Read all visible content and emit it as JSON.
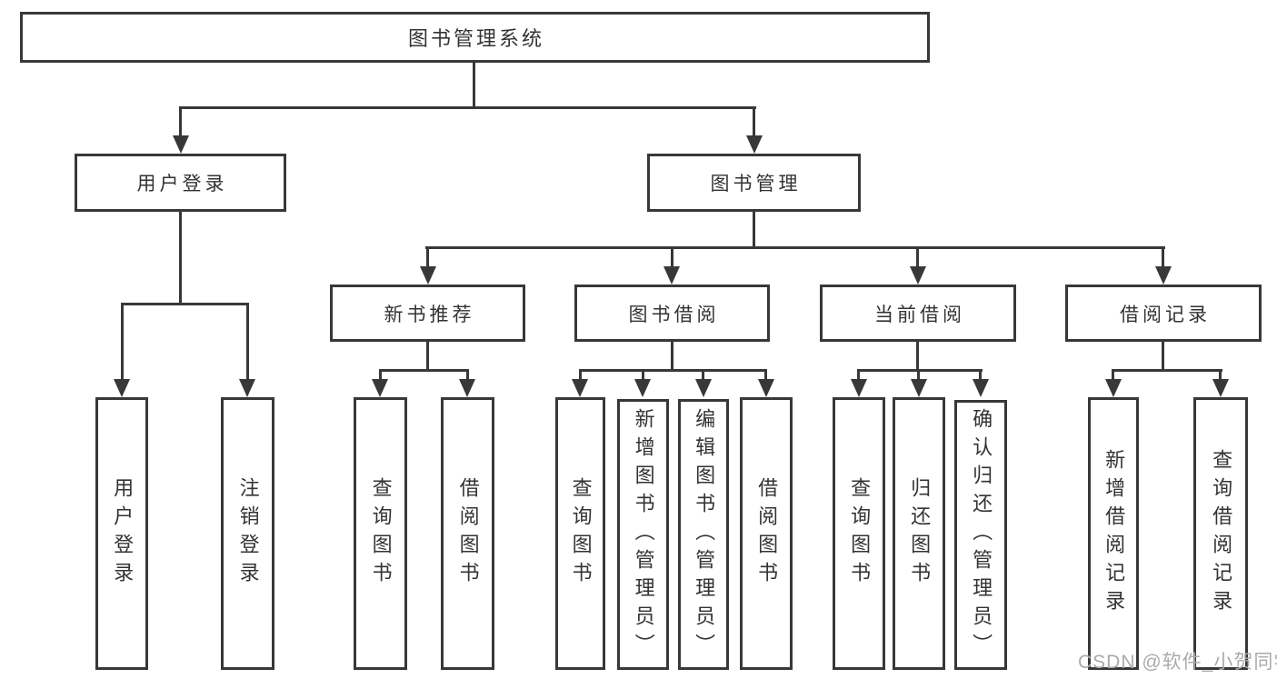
{
  "diagram": {
    "root": {
      "label": "图书管理系统"
    },
    "nodes": {
      "user_login": {
        "label": "用户登录"
      },
      "book_mgmt": {
        "label": "图书管理"
      },
      "new_book_rec": {
        "label": "新书推荐"
      },
      "book_borrow": {
        "label": "图书借阅"
      },
      "current_borrow": {
        "label": "当前借阅"
      },
      "borrow_records": {
        "label": "借阅记录"
      }
    },
    "leaves": {
      "user_login": [
        "用户登录",
        "注销登录"
      ],
      "new_book_rec": [
        "查询图书",
        "借阅图书"
      ],
      "book_borrow": [
        "查询图书",
        "新增图书（管理员）",
        "编辑图书（管理员）",
        "借阅图书"
      ],
      "current_borrow": [
        "查询图书",
        "归还图书",
        "确认归还（管理员）"
      ],
      "borrow_records": [
        "新增借阅记录",
        "查询借阅记录"
      ]
    },
    "watermark": "CSDN @软件_小贺同学",
    "colors": {
      "line": "#383838",
      "text": "#333333",
      "watermark": "#ababab",
      "background": "#ffffff"
    }
  }
}
